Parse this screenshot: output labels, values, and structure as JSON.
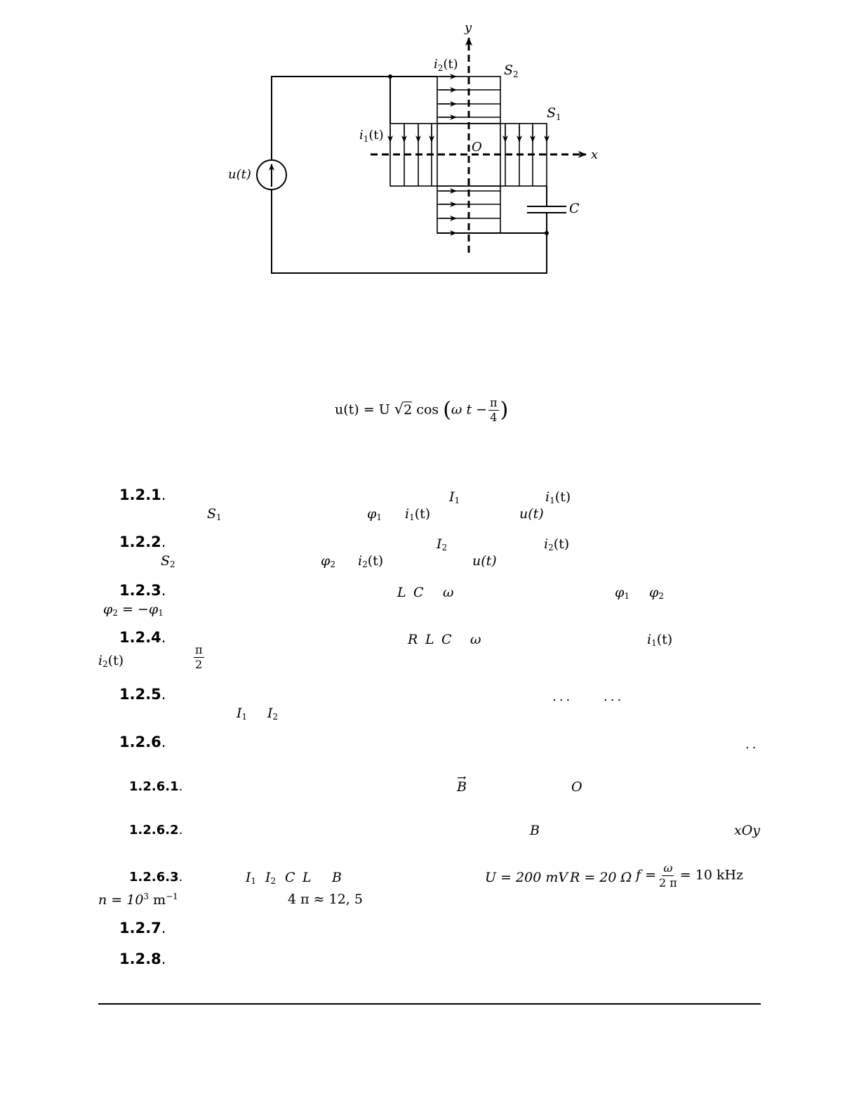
{
  "figure": {
    "axis_y": "y",
    "axis_x": "x",
    "origin": "O",
    "i2_label": "i",
    "i2_sub": "2",
    "i2_arg": "(t)",
    "i1_label": "i",
    "i1_sub": "1",
    "i1_arg": "(t)",
    "s2_label": "S",
    "s2_sub": "2",
    "s1_label": "S",
    "s1_sub": "1",
    "source_label": "u(t)",
    "cap_label": "C"
  },
  "equation": {
    "lhs": "u(t) = U",
    "sqrt": "2",
    "cos": "cos",
    "arg": "ω t −",
    "pi": "π",
    "four": "4"
  },
  "questions": {
    "q1": {
      "num": "1.2.1",
      "I1": "I",
      "I1_sub": "1",
      "i1": "i",
      "i1_sub": "1",
      "t": "(t)",
      "S1": "S",
      "S1_sub": "1",
      "phi1": "φ",
      "phi1_sub": "1",
      "i1b": "i",
      "i1b_sub": "1",
      "u": "u(t)"
    },
    "q2": {
      "num": "1.2.2",
      "I2": "I",
      "I2_sub": "2",
      "i2": "i",
      "i2_sub": "2",
      "t": "(t)",
      "S2": "S",
      "S2_sub": "2",
      "phi2": "φ",
      "phi2_sub": "2",
      "i2b": "i",
      "i2b_sub": "2",
      "u": "u(t)"
    },
    "q3": {
      "num": "1.2.3",
      "L": "L",
      "C": "C",
      "omega": "ω",
      "phi1": "φ",
      "phi1_sub": "1",
      "phi2": "φ",
      "phi2_sub": "2",
      "rel": "φ",
      "rel_sub": "2",
      "rel_eq": " = −φ",
      "rel_sub2": "1"
    },
    "q4": {
      "num": "1.2.4",
      "R": "R",
      "L": "L",
      "C": "C",
      "omega": "ω",
      "i1": "i",
      "i1_sub": "1",
      "i2": "i",
      "i2_sub": "2",
      "t": "(t)",
      "pi": "π",
      "two": "2"
    },
    "q5": {
      "num": "1.2.5",
      "dots1": "...",
      "dots2": "...",
      "I1": "I",
      "I1_sub": "1",
      "I2": "I",
      "I2_sub": "2"
    },
    "q6": {
      "num": "1.2.6",
      "dots": ".."
    },
    "q61": {
      "num": "1.2.6.1",
      "B": "B",
      "O": "O"
    },
    "q62": {
      "num": "1.2.6.2",
      "B": "B",
      "plane": "xOy"
    },
    "q63": {
      "num": "1.2.6.3",
      "I1": "I",
      "I1_sub": "1",
      "I2": "I",
      "I2_sub": "2",
      "C": "C",
      "L": "L",
      "B": "B",
      "U": "U = 200 mV",
      "R": "R = 20 Ω",
      "f": "f =",
      "omega": "ω",
      "twopi": "2 π",
      "f_val": "= 10 kHz",
      "n": "n = 10",
      "n_exp": "3",
      "n_unit": " m",
      "n_unit_exp": "−1",
      "approx": "4 π ≈ 12, 5"
    },
    "q7": {
      "num": "1.2.7"
    },
    "q8": {
      "num": "1.2.8"
    }
  }
}
